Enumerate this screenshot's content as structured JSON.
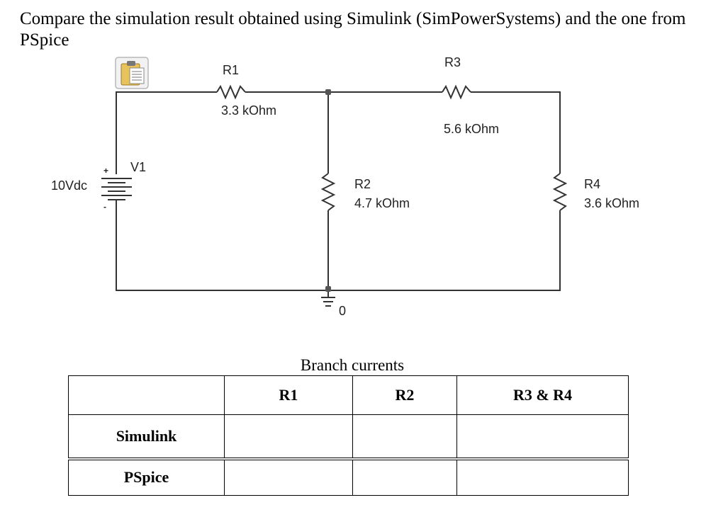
{
  "question": "Compare the simulation result obtained using Simulink (SimPowerSystems) and the one from PSpice",
  "circuit": {
    "source": {
      "name": "V1",
      "value": "10Vdc",
      "plus": "+",
      "minus": "-"
    },
    "r1": {
      "name": "R1",
      "value": "3.3 kOhm"
    },
    "r2": {
      "name": "R2",
      "value": "4.7 kOhm"
    },
    "r3": {
      "name": "R3",
      "value": "5.6 kOhm"
    },
    "r4": {
      "name": "R4",
      "value": "3.6 kOhm"
    },
    "ground": {
      "label": "0"
    }
  },
  "table": {
    "caption": "Branch currents",
    "headers": [
      "",
      "R1",
      "R2",
      "R3 & R4"
    ],
    "rows": [
      {
        "label": "Simulink",
        "cells": [
          "",
          "",
          ""
        ]
      },
      {
        "label": "PSpice",
        "cells": [
          "",
          "",
          ""
        ]
      }
    ]
  }
}
